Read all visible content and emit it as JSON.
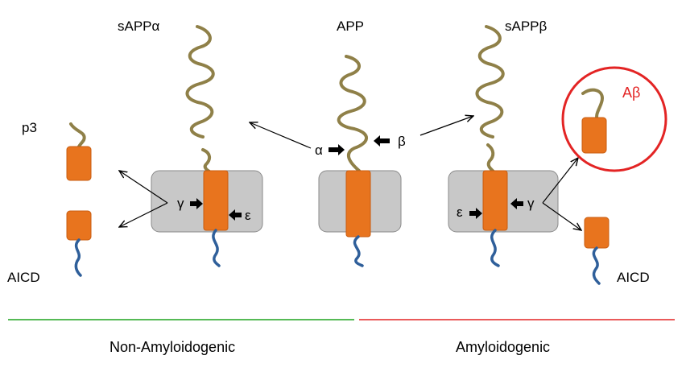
{
  "labels": {
    "sappa": "sAPPα",
    "app": "APP",
    "sappb": "sAPPβ",
    "p3": "p3",
    "aicd_left": "AICD",
    "aicd_right": "AICD",
    "abeta": "Aβ",
    "alpha": "α",
    "beta": "β",
    "gamma_left": "γ",
    "epsilon_left": "ε",
    "epsilon_right": "ε",
    "gamma_right": "γ"
  },
  "pathways": {
    "non_amyloidogenic": "Non-Amyloidogenic",
    "amyloidogenic": "Amyloidogenic"
  },
  "colors": {
    "ectodomain": "#8f8048",
    "protein_segment": "#e8741e",
    "protein_border": "#c85c10",
    "cytoplasmic_tail": "#2f5f9a",
    "membrane": "#c8c8c8",
    "membrane_border": "#8a8a8a",
    "abeta_circle": "#e32424",
    "non_amyloidogenic_line": "#1fa31f",
    "amyloidogenic_line": "#e32424",
    "arrow": "#000000"
  }
}
